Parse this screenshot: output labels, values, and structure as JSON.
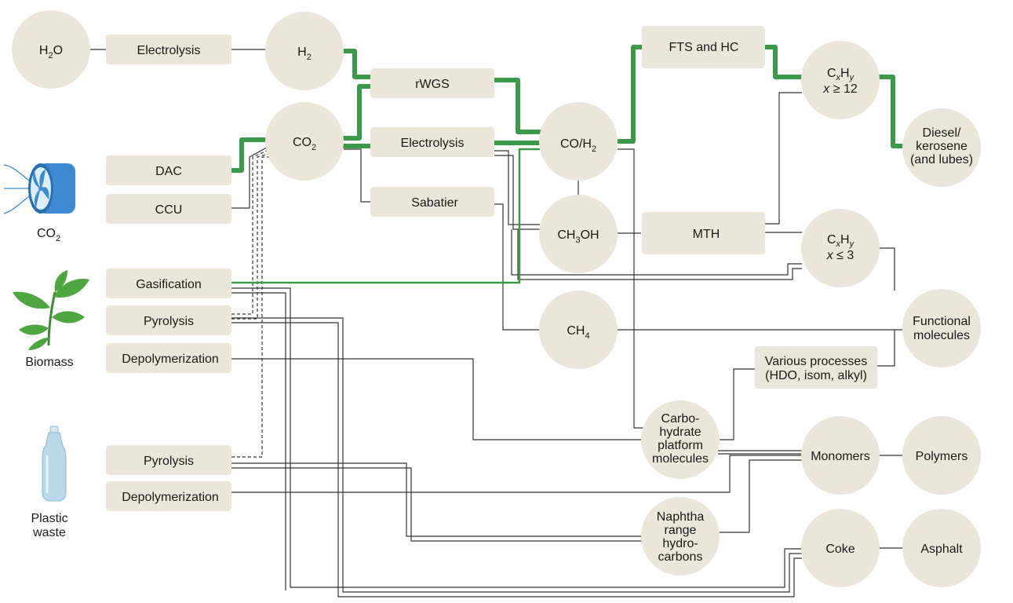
{
  "colors": {
    "node_fill": "#ebe6d9",
    "line": "#333333",
    "highlight": "#3a9a4a",
    "fan": "#3d8ad0",
    "plant": "#4da640",
    "bottle": "#b9d8ea"
  },
  "sources": {
    "co2": {
      "icon": "fan-icon",
      "label": "CO",
      "sub": "2"
    },
    "biomass": {
      "icon": "plant-icon",
      "label": "Biomass"
    },
    "plastic": {
      "icon": "bottle-icon",
      "label_line1": "Plastic",
      "label_line2": "waste"
    }
  },
  "nodes": {
    "h2o": {
      "base": "H",
      "sub": "2",
      "tail": "O"
    },
    "h2": {
      "base": "H",
      "sub": "2",
      "tail": ""
    },
    "co2": {
      "base": "CO",
      "sub": "2",
      "tail": ""
    },
    "coh2": {
      "base": "CO/H",
      "sub": "2",
      "tail": ""
    },
    "ch3oh": {
      "base": "CH",
      "sub": "3",
      "tail": "OH"
    },
    "ch4": {
      "base": "CH",
      "sub": "4",
      "tail": ""
    },
    "cxhy_high": {
      "l1_a": "C",
      "l1_b": "x",
      "l1_c": "H",
      "l1_d": "y",
      "l2_a": "x",
      "l2_b": " ≥ 12"
    },
    "cxhy_low": {
      "l1_a": "C",
      "l1_b": "x",
      "l1_c": "H",
      "l1_d": "y",
      "l2_a": "x",
      "l2_b": " ≤ 3"
    },
    "diesel": [
      "Diesel/",
      "kerosene",
      "(and lubes)"
    ],
    "functional": [
      "Functional",
      "molecules"
    ],
    "carbohydrate": [
      "Carbo-",
      "hydrate",
      "platform",
      "molecules"
    ],
    "monomers": "Monomers",
    "polymers": "Polymers",
    "naphtha": [
      "Naphtha",
      "range",
      "hydro-",
      "carbons"
    ],
    "coke": "Coke",
    "asphalt": "Asphalt"
  },
  "processes": {
    "electrolysis_top": "Electrolysis",
    "dac": "DAC",
    "ccu": "CCU",
    "gasification": "Gasification",
    "pyrolysis_bio": "Pyrolysis",
    "depoly_bio": "Depolymerization",
    "pyrolysis_plastic": "Pyrolysis",
    "depoly_plastic": "Depolymerization",
    "rwgs": "rWGS",
    "electrolysis_mid": "Electrolysis",
    "sabatier": "Sabatier",
    "fts": "FTS and HC",
    "mth": "MTH",
    "various": [
      "Various processes",
      "(HDO, isom, alkyl)"
    ]
  }
}
